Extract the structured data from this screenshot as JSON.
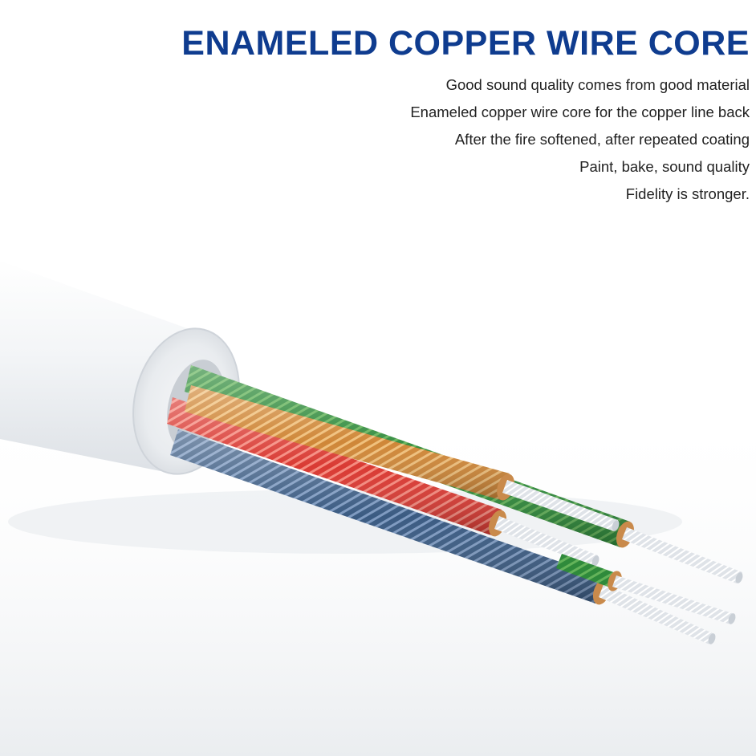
{
  "headline": "ENAMELED COPPER WIRE CORE",
  "lines": [
    "Good sound quality comes from good material",
    "Enameled copper wire core for the copper line back",
    "After the fire softened, after repeated coating",
    "Paint, bake, sound quality",
    "Fidelity is stronger."
  ],
  "palette": {
    "headline": "#0f3c8f",
    "jacket": "#f7f8fa",
    "wire_green": "#2e8b3a",
    "wire_orange": "#d8933f",
    "wire_red": "#e0403a",
    "wire_blue": "#3e5f86",
    "copper": "#c98a4b",
    "bare_strand": "#e6e9ed"
  },
  "icons": [
    "cable-cross-section-illustration"
  ]
}
